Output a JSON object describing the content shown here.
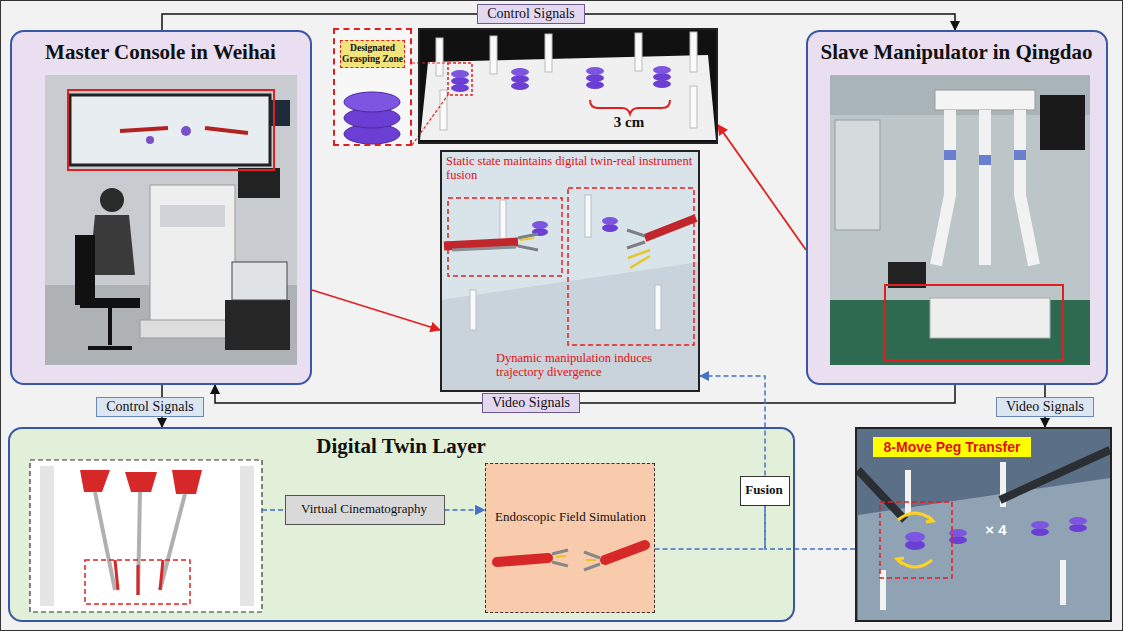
{
  "diagram": {
    "nodes": [
      {
        "text": [
          "Master Console in Weihai"
        ]
      },
      {
        "text": [
          "Designated Grasping Zone"
        ]
      },
      {
        "text": [
          "3 cm"
        ]
      },
      {
        "text": [
          "Slave Manipulator in Qingdao"
        ]
      },
      {
        "text": [
          "Static state maintains digital twin-real instrument fusion",
          "Dynamic manipulation induces trajectory divergence"
        ]
      },
      {
        "text": [
          "Digital Twin Layer"
        ]
      },
      {
        "text": [
          "Virtual Cinematography"
        ],
        "in": 5
      },
      {
        "text": [
          "Endoscopic Field Simulation"
        ],
        "in": 5
      },
      {
        "text": [
          "Fusion"
        ],
        "in": 5
      },
      {
        "text": [
          "8-Move Peg Transfer",
          "× 4"
        ]
      }
    ],
    "edges": [
      {
        "from": 0,
        "to": 3,
        "label": "Control Signals",
        "arrow": "to"
      },
      {
        "from": 0,
        "to": 5,
        "label": "Control Signals",
        "arrow": "to"
      },
      {
        "from": 3,
        "to": 0,
        "label": "Video Signals",
        "arrow": "to"
      },
      {
        "from": 3,
        "to": 9,
        "label": "Video Signals",
        "arrow": "to"
      },
      {
        "from": 0,
        "to": 4,
        "arrow": "to"
      },
      {
        "from": 3,
        "to": 2,
        "arrow": "to"
      },
      {
        "from": 6,
        "to": 7,
        "arrow": "to"
      },
      {
        "from": 7,
        "to": 8,
        "arrow": "none"
      },
      {
        "from": 9,
        "to": 8,
        "arrow": "none"
      },
      {
        "from": 8,
        "to": 4,
        "arrow": "to"
      }
    ]
  }
}
